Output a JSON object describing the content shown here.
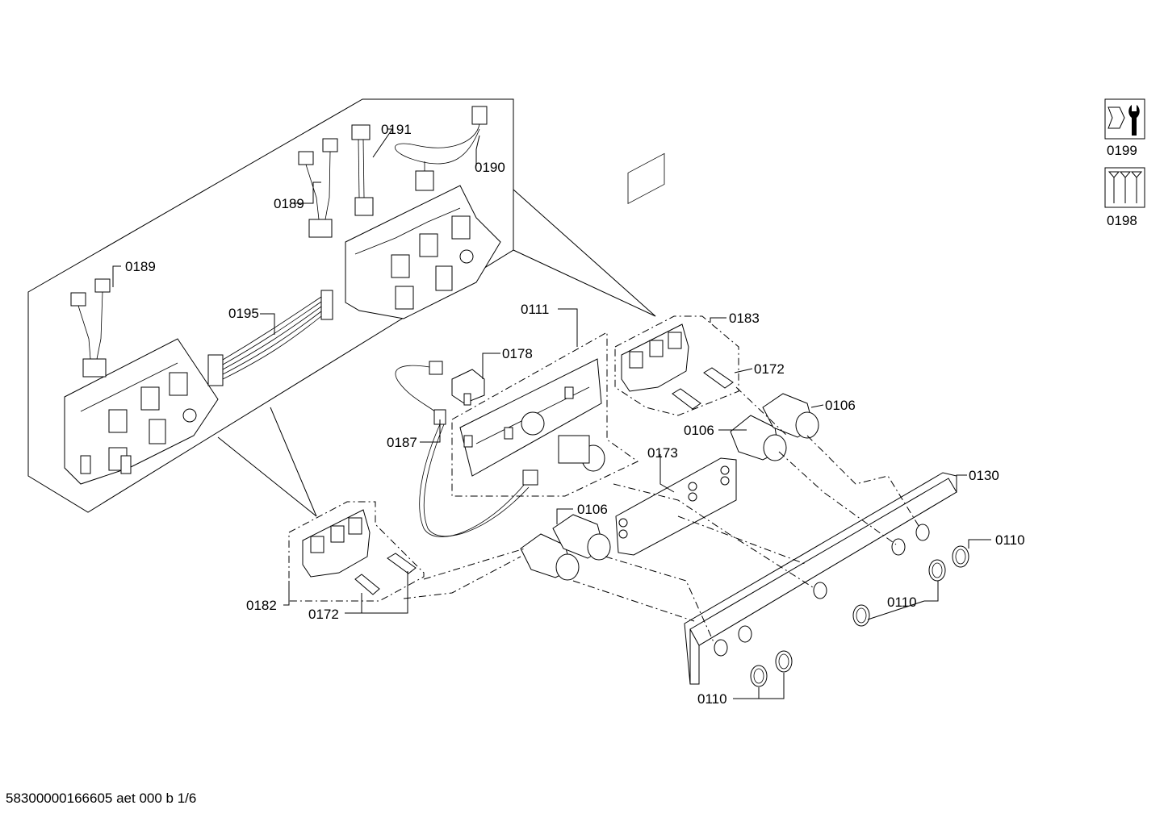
{
  "labels": {
    "l0191": "0191",
    "l0190": "0190",
    "l0189a": "0189",
    "l0189b": "0189",
    "l0195": "0195",
    "l0111": "0111",
    "l0178": "0178",
    "l0183": "0183",
    "l0172a": "0172",
    "l0172b": "0172",
    "l0106a": "0106",
    "l0106b": "0106",
    "l0106c": "0106",
    "l0187": "0187",
    "l0173": "0173",
    "l0130": "0130",
    "l0110a": "0110",
    "l0110b": "0110",
    "l0110c": "0110",
    "l0182": "0182",
    "l0199": "0199",
    "l0198": "0198"
  },
  "icons": {
    "tool_icon": "wrench-nut-icon",
    "screws_icon": "screws-icon"
  },
  "footer": {
    "doc_code": "58300000166605 aet 000 b 1/6"
  }
}
